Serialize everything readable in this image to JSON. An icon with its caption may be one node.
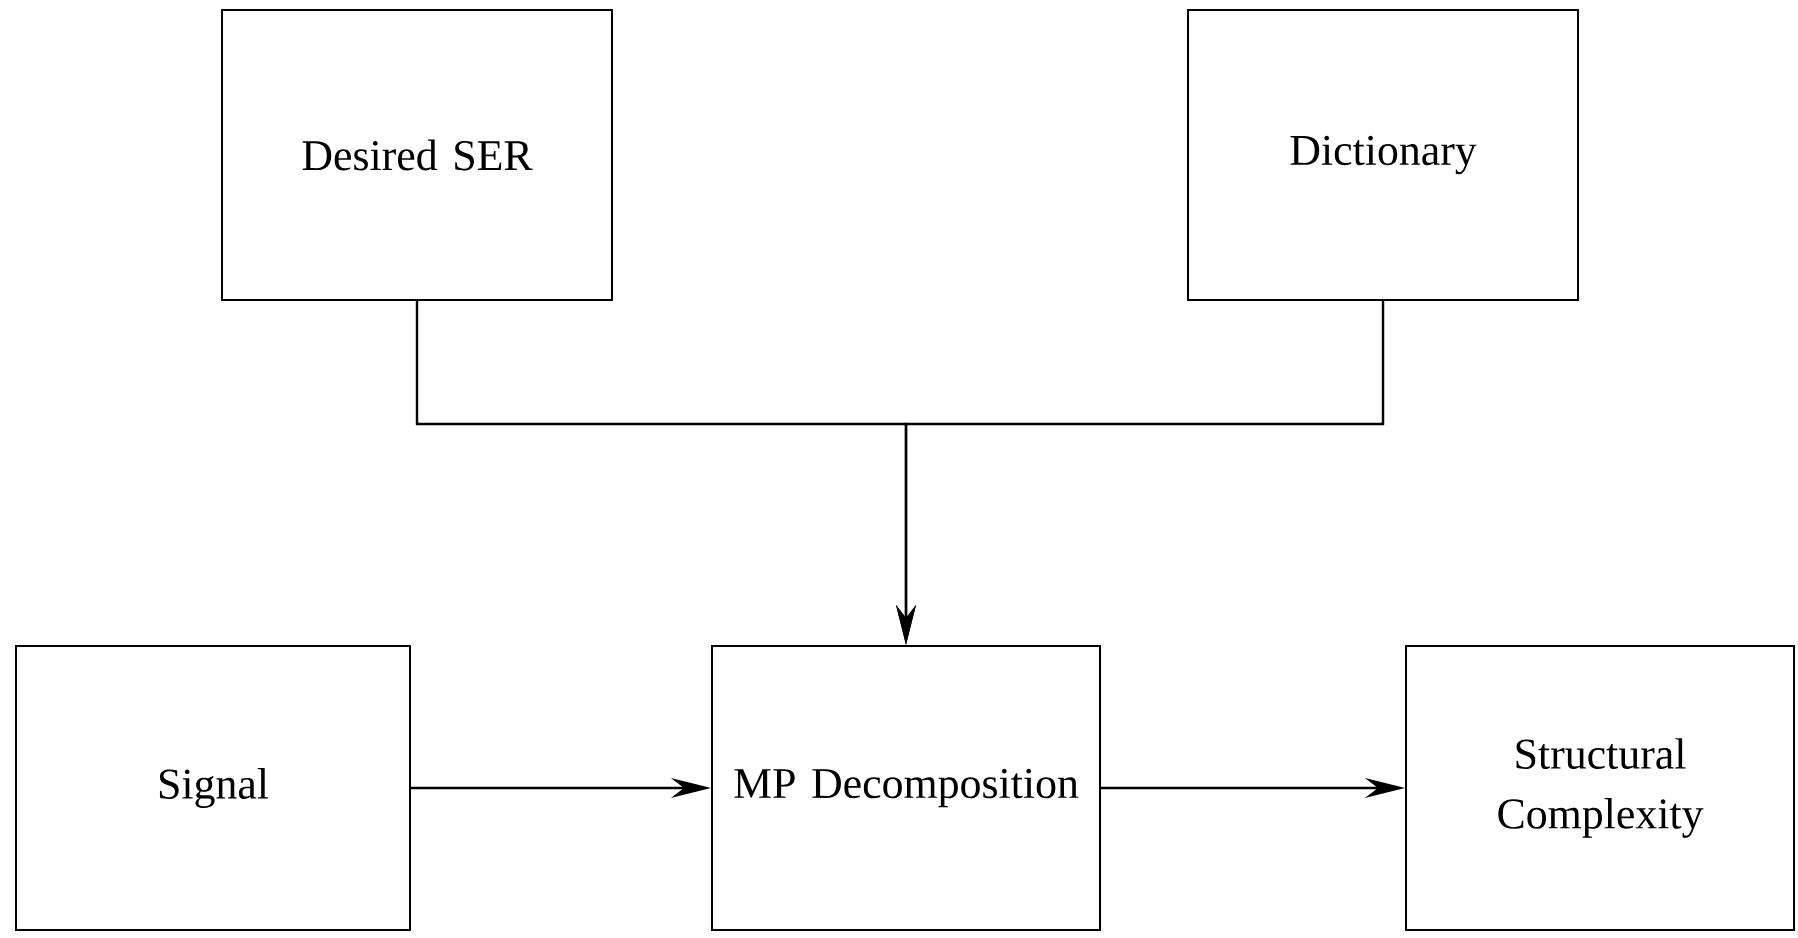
{
  "diagram": {
    "nodes": [
      {
        "text": [
          "Desired SER"
        ]
      },
      {
        "text": [
          "Dictionary"
        ]
      },
      {
        "text": [
          "Signal"
        ]
      },
      {
        "text": [
          "MP Decomposition"
        ]
      },
      {
        "text": [
          "Structural Complexity"
        ]
      }
    ],
    "edges": [
      {
        "from": 0,
        "to": 3,
        "arrow": "to"
      },
      {
        "from": 1,
        "to": 3,
        "arrow": "to"
      },
      {
        "from": 2,
        "to": 3,
        "arrow": "to"
      },
      {
        "from": 3,
        "to": 4,
        "arrow": "to"
      }
    ]
  }
}
